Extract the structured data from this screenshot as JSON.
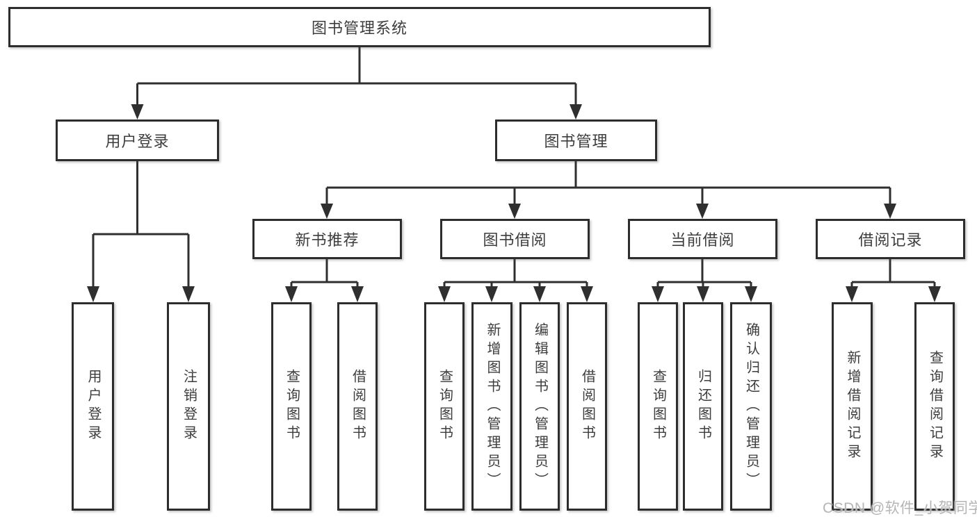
{
  "diagram": {
    "type": "tree",
    "watermark": "CSDN @软件_小贺同学",
    "colors": {
      "line": "#2f2f2f",
      "box_border": "#2d2d2d",
      "box_fill": "#ffffff",
      "text": "#3d3d3d",
      "watermark": "#b5b5b5"
    },
    "nodes": {
      "root": {
        "label": "图书管理系统"
      },
      "user_login": {
        "label": "用户登录"
      },
      "book_mgmt": {
        "label": "图书管理"
      },
      "new_book_rec": {
        "label": "新书推荐"
      },
      "book_borrow": {
        "label": "图书借阅"
      },
      "current_borrow": {
        "label": "当前借阅"
      },
      "borrow_record": {
        "label": "借阅记录"
      },
      "leaf_user_login": {
        "label": "用户登录"
      },
      "leaf_logout": {
        "label": "注销登录"
      },
      "leaf_query_book_rec": {
        "label": "查询图书"
      },
      "leaf_borrow_book_rec": {
        "label": "借阅图书"
      },
      "leaf_query_book_borrow": {
        "label": "查询图书"
      },
      "leaf_add_book": {
        "label": "新增图书（管理员）"
      },
      "leaf_edit_book": {
        "label": "编辑图书（管理员）"
      },
      "leaf_borrow_book": {
        "label": "借阅图书"
      },
      "leaf_query_book_current": {
        "label": "查询图书"
      },
      "leaf_return_book": {
        "label": "归还图书"
      },
      "leaf_confirm_return": {
        "label": "确认归还（管理员）"
      },
      "leaf_add_record": {
        "label": "新增借阅记录"
      },
      "leaf_query_record": {
        "label": "查询借阅记录"
      }
    },
    "edges": [
      {
        "from": "图书管理系统",
        "to": "用户登录"
      },
      {
        "from": "图书管理系统",
        "to": "图书管理"
      },
      {
        "from": "用户登录",
        "to": "用户登录"
      },
      {
        "from": "用户登录",
        "to": "注销登录"
      },
      {
        "from": "图书管理",
        "to": "新书推荐"
      },
      {
        "from": "图书管理",
        "to": "图书借阅"
      },
      {
        "from": "图书管理",
        "to": "当前借阅"
      },
      {
        "from": "图书管理",
        "to": "借阅记录"
      },
      {
        "from": "新书推荐",
        "to": "查询图书"
      },
      {
        "from": "新书推荐",
        "to": "借阅图书"
      },
      {
        "from": "图书借阅",
        "to": "查询图书"
      },
      {
        "from": "图书借阅",
        "to": "新增图书（管理员）"
      },
      {
        "from": "图书借阅",
        "to": "编辑图书（管理员）"
      },
      {
        "from": "图书借阅",
        "to": "借阅图书"
      },
      {
        "from": "当前借阅",
        "to": "查询图书"
      },
      {
        "from": "当前借阅",
        "to": "归还图书"
      },
      {
        "from": "当前借阅",
        "to": "确认归还（管理员）"
      },
      {
        "from": "借阅记录",
        "to": "新增借阅记录"
      },
      {
        "from": "借阅记录",
        "to": "查询借阅记录"
      }
    ]
  }
}
